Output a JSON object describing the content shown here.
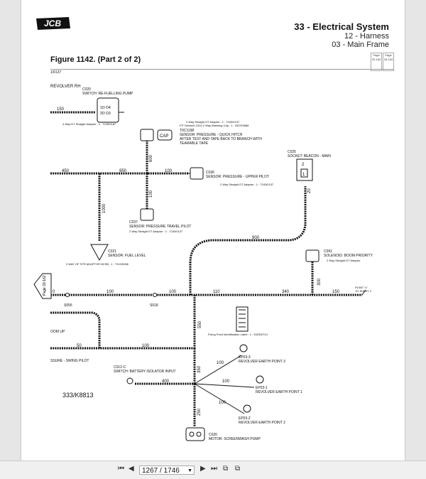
{
  "header": {
    "section": "33 - Electrical System",
    "subsection": "12 - Harness",
    "subsubsection": "03 - Main Frame",
    "brand": "JCB"
  },
  "figure": {
    "title": "Figure 1142. (Part 2 of 2)",
    "page_boxes": [
      {
        "label": "Page",
        "value": "33-162"
      },
      {
        "label": "Page",
        "value": "33-163"
      }
    ]
  },
  "diagram": {
    "labels": {
      "top_ref": "1/0137",
      "revolver_rh": "REVOLVER RH",
      "c020": "C020",
      "c020_desc": "SWITCH: RE-FUELLING PUMP",
      "c020_adaptor": "4 Way DT Straight Adaptor : 1 : 7243/0187",
      "c020_pins": "1O O4",
      "c020_pins2": "2O O3",
      "len_150_top": "150",
      "dt_adaptor_2way": "2 Way Straight DT Adaptor : 1 : 7243/0137",
      "fit_deutsch": "FIT  Deutsch 2104 2 Way Blanking Cap : 1 : 332/D3668",
      "c1198": "T0C1198",
      "c1198_desc": "SENSOR: PRESSURE - QUICK HITCH",
      "c1198_note1": "AFTER TEST AND TAPE BACK TO BRANCH WITH",
      "c1198_note2": "TEARABLE TAPE",
      "cap": "CAP",
      "len_600": "600",
      "len_450": "450",
      "len_950": "950",
      "len_100_a": "100",
      "c036": "C036",
      "c036_desc": "SENSOR: PRESSURE - UPPER PILOT",
      "c036_adaptor": "2 Way Straight DT Adaptor : 1 : 7243/0137",
      "len_100_b": "100",
      "len_1000": "1000",
      "c037": "C037",
      "c037_desc": "SENSOR: PRESSURE TRAVEL PILOT",
      "c037_adaptor": "2 Way Straight DT Adaptor : 1 : 7243/0137",
      "c021": "C021",
      "c021_desc": "SENSOR: FUEL LEVEL",
      "c021_adaptor": "3 WAY OF STR ADAPTOR NCSB : 1 : 7210/0066",
      "c025": "C025",
      "c025_desc": "SOCKET: BEACON - MAIN",
      "c025_pin2": "2",
      "c025_pin1": "1",
      "len_20": "20",
      "len_900": "900",
      "c091": "C091",
      "c091_desc": "SOLENOID: BOOM PRIORITY",
      "c091_adaptor": "2 Way Straight DT Adaptor",
      "len_300": "300",
      "page_ref": "Page 33-162",
      "len_0": "0",
      "len_100_c": "100",
      "len_100_d": "100",
      "len_110": "110",
      "len_340": "340",
      "len_150_b": "150",
      "point_x": "POINT 'X'",
      "to_sheet": "TO SHEET 2",
      "s055": "S055",
      "s018": "S018",
      "oom_up": "OOM UP",
      "len_550": "550",
      "fixing_point": "Fixing Point  Identification Label : 1 : 332/D0714",
      "len_50": "50",
      "len_100_e": "100",
      "ssure_swing": "SSURE - SWING PILOT",
      "ep03_3": "EP03-3",
      "ep03_3_desc": "REVOLVER EARTH POINT 3",
      "c012": "C012-C",
      "c012_desc": "SWITCH: BATTERY ISOLATOR INPUT",
      "len_100_f": "100",
      "len_350": "350",
      "len_400": "400",
      "len_100_g": "100",
      "ep03_1": "EP03-1",
      "ep03_1_desc": "REVOLVER EARTH POINT 1",
      "len_100_h": "100",
      "ep03_2": "EP03-2",
      "ep03_2_desc": "REVOLVER EARTH POINT 2",
      "ref_code": "333/K8813",
      "len_250": "250",
      "c026": "C026",
      "c026_desc": "MOTOR: SCREENWASH PUMP"
    }
  },
  "toolbar": {
    "first_icon": "first-page-icon",
    "prev_icon": "prev-page-icon",
    "page_value": "1267 / 1746",
    "next_icon": "next-page-icon",
    "last_icon": "last-page-icon",
    "first": "⏮",
    "prev": "◀",
    "next": "▶",
    "last": "⏭",
    "dropdown": "▼",
    "view1": "⧉",
    "view2": "⧉"
  }
}
